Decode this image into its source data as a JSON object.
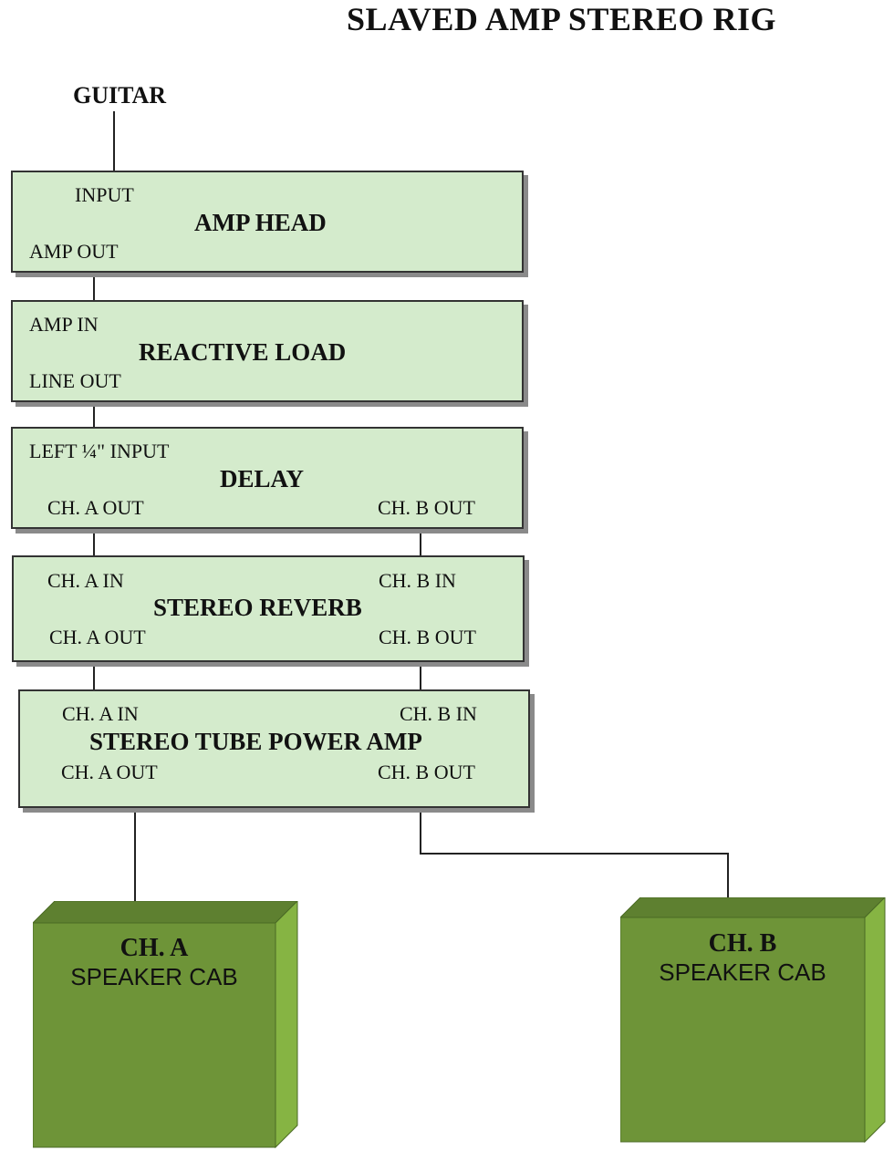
{
  "title": "SLAVED AMP STEREO RIG",
  "source_label": "GUITAR",
  "amp_head": {
    "name": "AMP HEAD",
    "in_label": "INPUT",
    "out_label": "AMP OUT"
  },
  "reactive_load": {
    "name": "REACTIVE LOAD",
    "in_label": "AMP IN",
    "out_label": "LINE OUT"
  },
  "delay": {
    "name": "DELAY",
    "in_label": "LEFT ¼\" INPUT",
    "out_a": "CH. A OUT",
    "out_b": "CH. B OUT"
  },
  "stereo_reverb": {
    "name": "STEREO REVERB",
    "in_a": "CH. A IN",
    "in_b": "CH. B IN",
    "out_a": "CH. A OUT",
    "out_b": "CH. B OUT"
  },
  "power_amp": {
    "name": "STEREO TUBE POWER AMP",
    "in_a": "CH. A IN",
    "in_b": "CH. B IN",
    "out_a": "CH. A OUT",
    "out_b": "CH. B OUT"
  },
  "cab_a": {
    "channel": "CH. A",
    "label": "SPEAKER CAB"
  },
  "cab_b": {
    "channel": "CH. B",
    "label": "SPEAKER CAB"
  },
  "colors": {
    "box_fill": "#d4ebcc",
    "cab_front": "#6e9438",
    "cab_top": "#5e8030",
    "cab_side": "#86b443"
  }
}
